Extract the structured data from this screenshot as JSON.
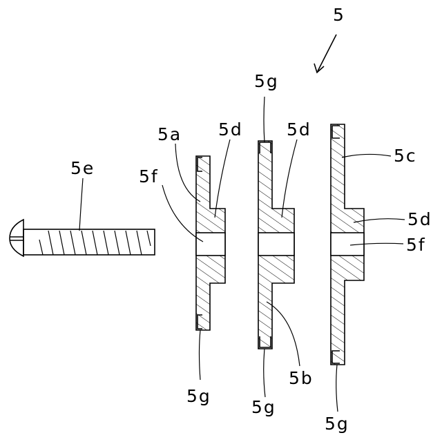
{
  "labels": {
    "assembly": "5",
    "plate_a": "5a",
    "plate_b": "5b",
    "plate_c": "5c",
    "boss": "5d",
    "screw": "5e",
    "bore": "5f",
    "rim": "5g"
  },
  "colors": {
    "line": "#000000",
    "background": "#ffffff"
  }
}
